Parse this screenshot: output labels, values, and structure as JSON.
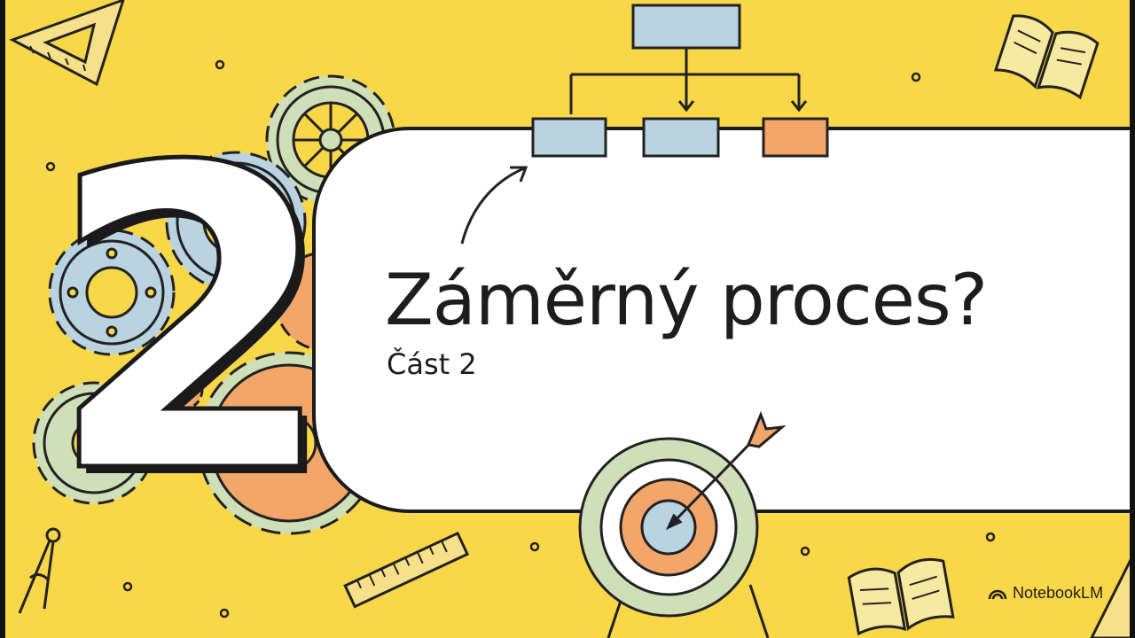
{
  "slide": {
    "number": "2",
    "title": "Záměrný proces?",
    "subtitle": "Část 2"
  },
  "brand": {
    "label": "NotebookLM",
    "icon": "notebooklm-logo-icon"
  },
  "colors": {
    "background": "#f8d748",
    "panel": "#ffffff",
    "ink": "#1d1d1d",
    "blue": "#b9d3e0",
    "orange": "#f2a66a",
    "green": "#cfe0b8"
  }
}
